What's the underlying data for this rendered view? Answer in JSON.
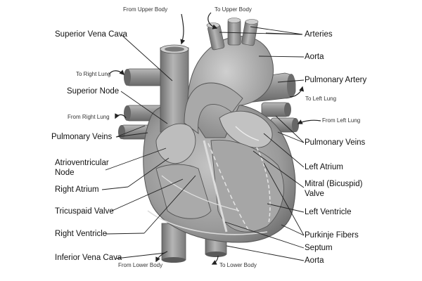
{
  "flows": {
    "from_upper_body": "From Upper Body",
    "to_upper_body": "To Upper Body",
    "to_right_lung": "To Right Lung",
    "from_right_lung": "From Right Lung",
    "to_left_lung": "To Left Lung",
    "from_left_lung": "From Left Lung",
    "from_lower_body": "From Lower Body",
    "to_lower_body": "To Lower Body"
  },
  "left_labels": {
    "superior_vena_cava": "Superior Vena Cava",
    "superior_node": "Superior  Node",
    "pulmonary_veins": "Pulmonary Veins",
    "atrioventricular_1": "Atrioventricular",
    "atrioventricular_2": "Node",
    "right_atrium": "Right Atrium",
    "tricuspid_valve": "Tricuspaid Valve",
    "right_ventricle": "Right Ventricle",
    "inferior_vena_cava": "Inferior  Vena Cava"
  },
  "right_labels": {
    "arteries": "Arteries",
    "aorta_top": "Aorta",
    "pulmonary_artery": "Pulmonary Artery",
    "pulmonary_veins": "Pulmonary Veins",
    "left_atrium": "Left Atrium",
    "mitral_1": "Mitral (Bicuspid)",
    "mitral_2": "Valve",
    "left_ventricle": "Left Ventricle",
    "purkinje": "Purkinje Fibers",
    "septum": "Septum",
    "aorta_bottom": "Aorta"
  }
}
